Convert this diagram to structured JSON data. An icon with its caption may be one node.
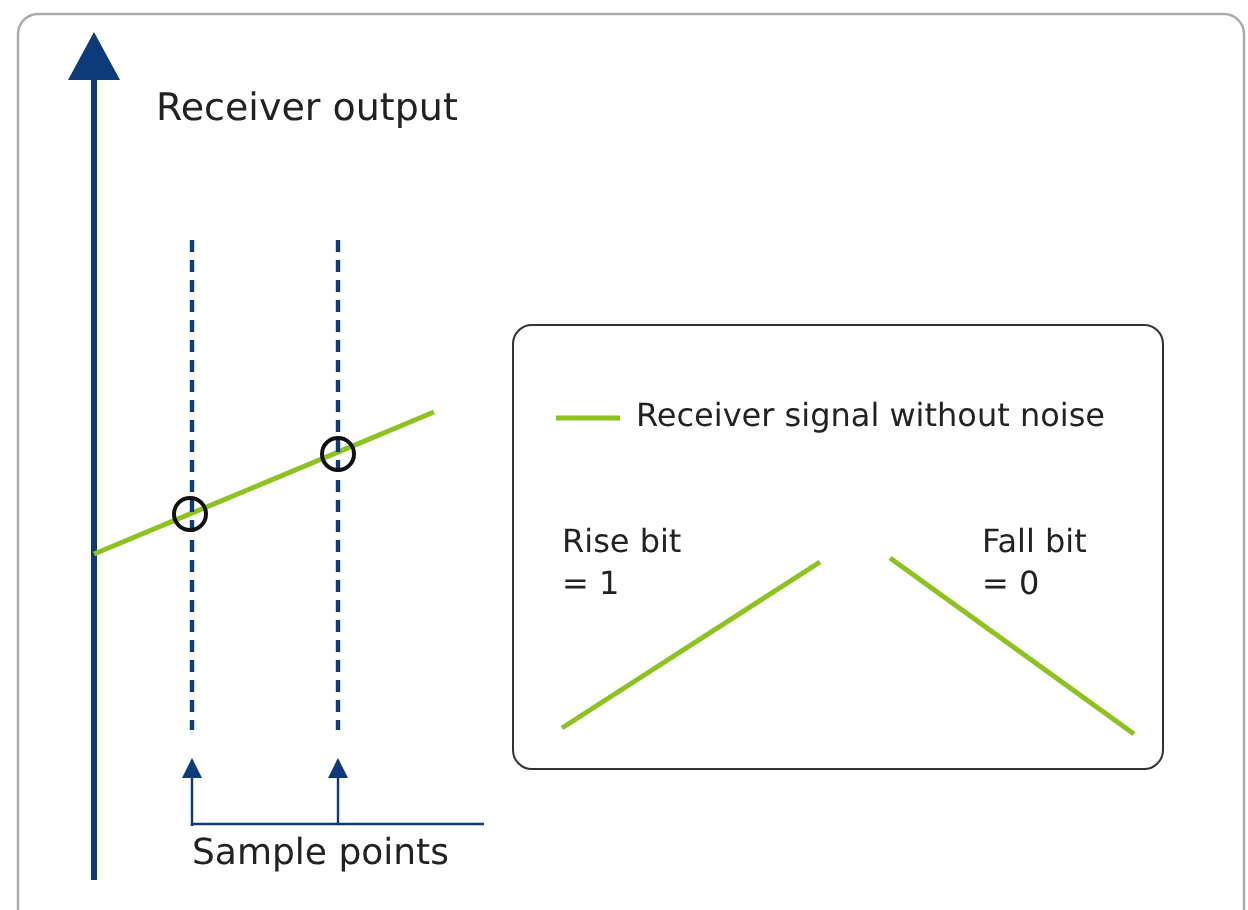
{
  "diagram": {
    "nodes": [
      {
        "text": [
          "Rise bit = 1",
          "Fall bit = 0"
        ]
      },
      {
        "text": [
          "Sample points"
        ]
      },
      {
        "text": [],
        "shape": "line"
      },
      {
        "text": [],
        "shape": "line"
      }
    ],
    "edges": [
      {
        "from": 1,
        "to": 2,
        "arrow": "to"
      },
      {
        "from": 1,
        "to": 3,
        "arrow": "to"
      }
    ],
    "labels": [
      "Receiver output"
    ],
    "legend": [
      {
        "text": "Receiver signal without noise"
      }
    ]
  }
}
